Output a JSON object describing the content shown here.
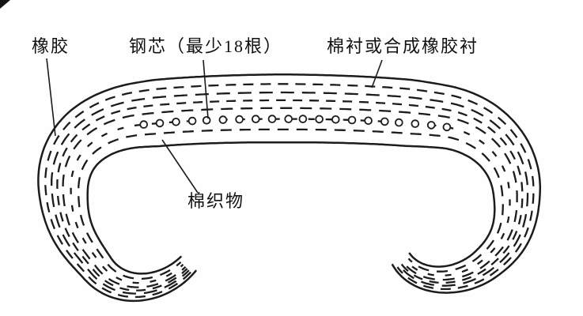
{
  "labels": {
    "rubber": "橡胶",
    "steel_core": "钢芯（最少18根）",
    "lining": "棉衬或合成橡胶衬",
    "cotton_fabric": "棉织物"
  },
  "diagram": {
    "steel_core_circle_count": 20,
    "min_steel_cores_noted": 18,
    "line_color": "#1c1c1c",
    "background_color": "#ffffff"
  }
}
